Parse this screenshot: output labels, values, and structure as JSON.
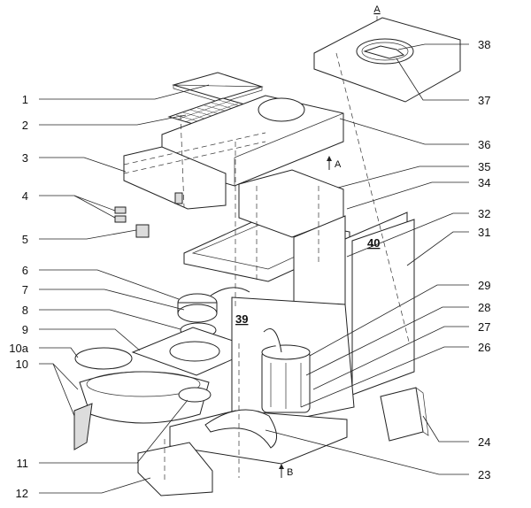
{
  "labels": {
    "l1": "1",
    "l2": "2",
    "l3": "3",
    "l4": "4",
    "l5": "5",
    "l6": "6",
    "l7": "7",
    "l8": "8",
    "l9": "9",
    "l10a": "10a",
    "l10": "10",
    "l11": "11",
    "l12": "12",
    "l23": "23",
    "l24": "24",
    "l26": "26",
    "l27": "27",
    "l28": "28",
    "l29": "29",
    "l31": "31",
    "l32": "32",
    "l34": "34",
    "l35": "35",
    "l36": "36",
    "l37": "37",
    "l38": "38",
    "l39": "39",
    "l40": "40"
  },
  "section_marks": {
    "top_a": "A",
    "view_a": "A",
    "view_b": "B"
  }
}
